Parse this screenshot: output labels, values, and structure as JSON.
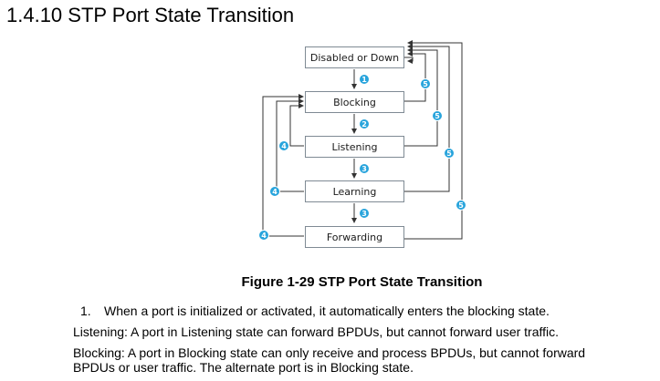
{
  "heading": "1.4.10 STP Port State Transition",
  "diagram": {
    "states": [
      "Disabled or Down",
      "Blocking",
      "Listening",
      "Learning",
      "Forwarding"
    ],
    "forward_steps": [
      "1",
      "2",
      "3",
      "3"
    ],
    "return_to_blocking_label": "4",
    "return_to_disabled_label": "5"
  },
  "caption": "Figure 1-29 STP Port State Transition",
  "paragraphs": {
    "item1_number": "1.",
    "item1_text": "When a port is initialized or activated, it automatically enters the blocking state.",
    "listening": "Listening: A port in Listening state can forward BPDUs, but cannot forward user traffic.",
    "blocking_line1": "Blocking: A port in Blocking state can only receive and process BPDUs, but cannot forward",
    "blocking_line2": "BPDUs or user traffic. The alternate port is in Blocking state."
  },
  "colors": {
    "badge": "#28a4dc",
    "line": "#333333",
    "box_border": "#7f8a94"
  }
}
